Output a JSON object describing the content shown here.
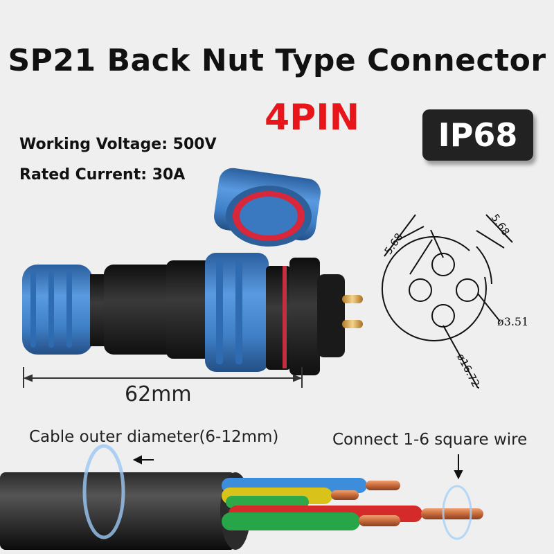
{
  "title": "SP21 Back Nut Type Connector",
  "pin_count_label": "4PIN",
  "ip_badge": "IP68",
  "specs": {
    "voltage": "Working Voltage: 500V",
    "current": "Rated Current: 30A"
  },
  "dimensions": {
    "length": "62mm",
    "pin_spacing_left": "5.68",
    "pin_spacing_right": "5.68",
    "pin_diameter": "ø3.51",
    "outer_diameter": "ø16.72"
  },
  "cable": {
    "diameter_label": "Cable outer diameter(6-12mm)",
    "wire_label": "Connect 1-6 square wire"
  },
  "colors": {
    "connector_blue": "#3f7fc6",
    "connector_black": "#1c1c1c",
    "accent_red": "#e8161b"
  }
}
